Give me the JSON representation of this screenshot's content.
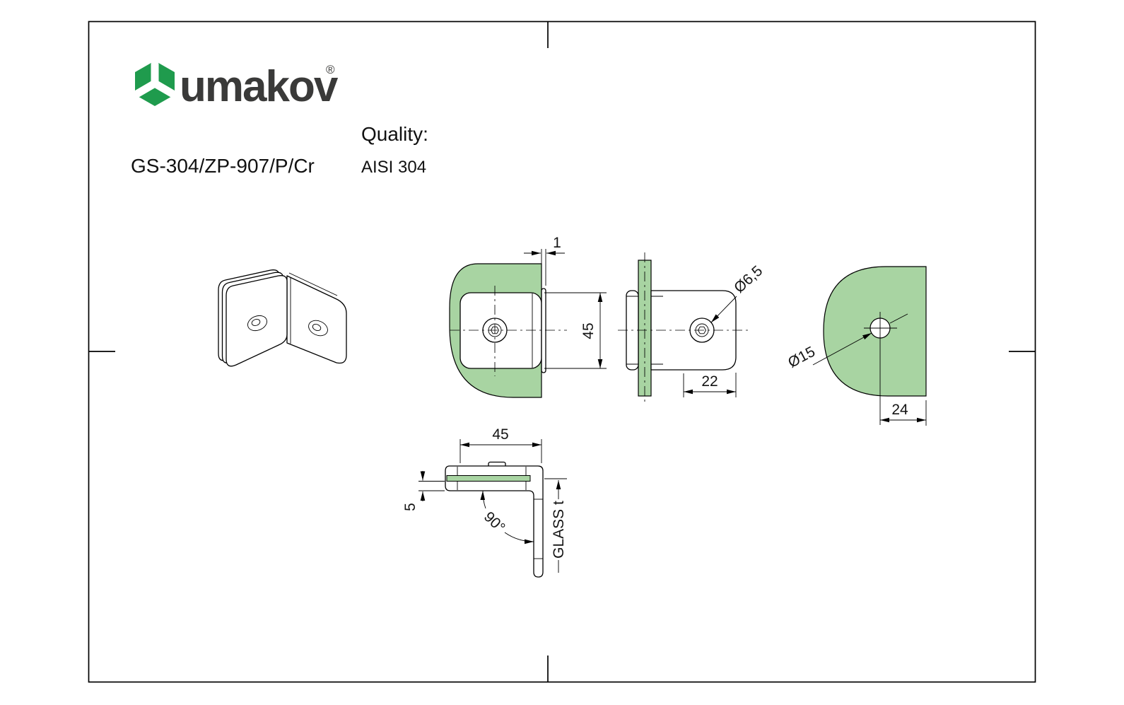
{
  "brand": {
    "logo_text": "umakov",
    "registered_mark": "®"
  },
  "part": {
    "number": "GS-304/ZP-907/P/Cr",
    "quality_label": "Quality:",
    "quality_value": "AISI 304"
  },
  "dimensions": {
    "edge_offset": "1",
    "clamp_height": "45",
    "screw_hole_diameter": "Ø6,5",
    "mount_offset": "22",
    "glass_hole_diameter": "Ø15",
    "hole_edge_distance": "24",
    "clamp_width": "45",
    "plate_thickness": "5",
    "bend_angle": "90°",
    "glass_thickness_note": "GLASS t"
  },
  "colors": {
    "glass_green": "#a8d4a2",
    "logo_green": "#1f9b4d",
    "line_black": "#000000",
    "text_dark": "#3a3a39"
  }
}
